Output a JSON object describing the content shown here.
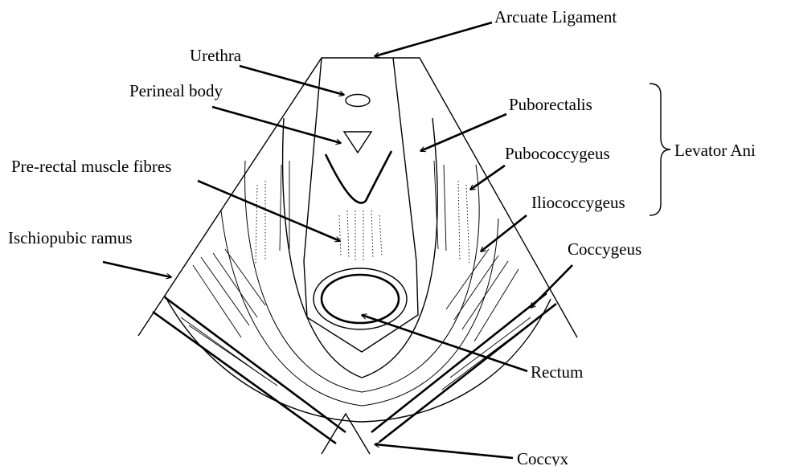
{
  "labels": {
    "arcuate": "Arcuate Ligament",
    "urethra": "Urethra",
    "perineal": "Perineal body",
    "puborectalis": "Puborectalis",
    "pubococcygeus": "Pubococcygeus",
    "levator": "Levator Ani",
    "prerectal": "Pre-rectal muscle fibres",
    "iliococcygeus": "Iliococcygeus",
    "ischiopubic": "Ischiopubic ramus",
    "coccygeus": "Coccygeus",
    "rectum": "Rectum",
    "coccyx": "Coccyx"
  }
}
